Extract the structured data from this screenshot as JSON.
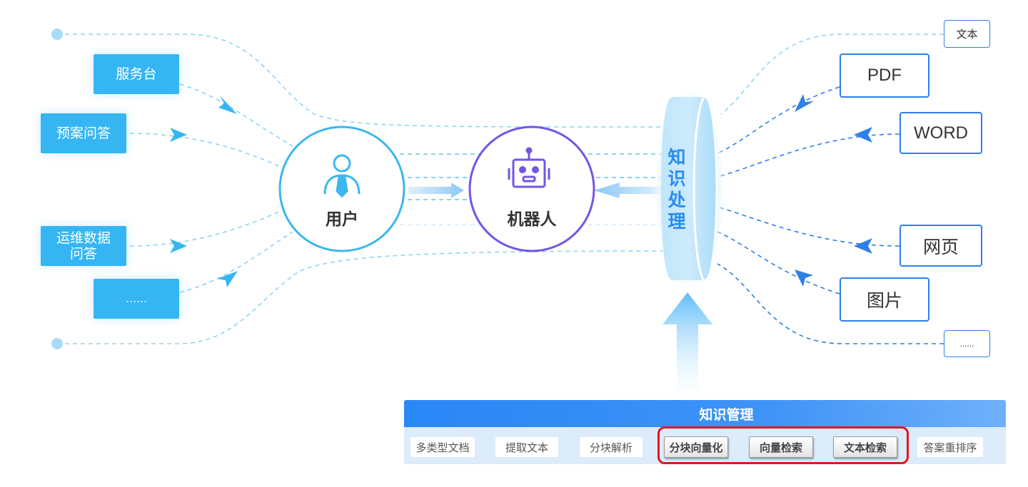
{
  "sources": {
    "service_desk": "服务台",
    "plan_qa": "预案问答",
    "ops_data_qa_line1": "运维数据",
    "ops_data_qa_line2": "问答",
    "more": "……"
  },
  "nodes": {
    "user": "用户",
    "robot": "机器人",
    "knowledge_processing": [
      "知",
      "识",
      "处",
      "理"
    ]
  },
  "documents": {
    "text": "文本",
    "pdf": "PDF",
    "word": "WORD",
    "webpage": "网页",
    "image": "图片",
    "more": "......"
  },
  "knowledge_management": {
    "title": "知识管理",
    "steps": [
      "多类型文档",
      "提取文本",
      "分块解析",
      "分块向量化",
      "向量检索",
      "文本检索",
      "答案重排序"
    ],
    "highlighted_steps": [
      "分块向量化",
      "向量检索",
      "文本检索"
    ]
  },
  "colors": {
    "source_blue": "#35b6f2",
    "user_circle": "#3bb6f0",
    "robot_circle": "#7355e6",
    "doc_border": "#2f7fe9",
    "highlight_red": "#e3161d",
    "bar_blue": "#2a87f6"
  }
}
